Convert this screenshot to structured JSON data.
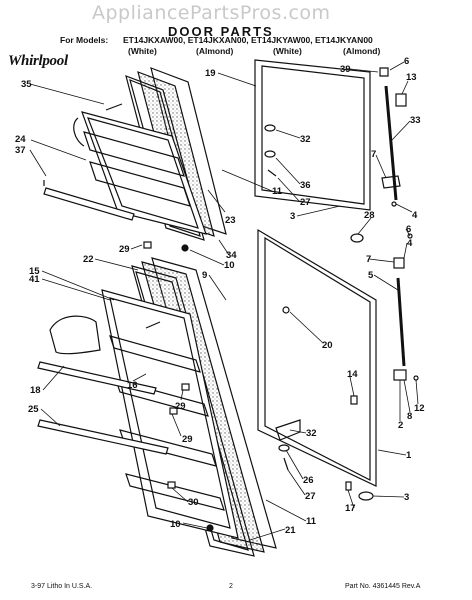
{
  "watermark": "AppliancePartsPros.com",
  "title": "DOOR PARTS",
  "models_label": "For Models:",
  "models": "ET14JKXAW00, ET14JKXAN00, ET14JKYAW00, ET14JKYAN00",
  "colors": [
    "(White)",
    "(Almond)",
    "(White)",
    "(Almond)"
  ],
  "logo": "Whirlpool",
  "callouts": [
    "35",
    "24",
    "37",
    "29",
    "22",
    "15",
    "41",
    "18",
    "25",
    "10",
    "16",
    "29",
    "29",
    "30",
    "19",
    "9",
    "34",
    "23",
    "10",
    "11",
    "32",
    "36",
    "27",
    "3",
    "39",
    "6",
    "13",
    "33",
    "7",
    "4",
    "28",
    "6",
    "4",
    "7",
    "5",
    "20",
    "14",
    "8",
    "12",
    "2",
    "32",
    "26",
    "27",
    "17",
    "1",
    "3",
    "11",
    "21"
  ],
  "footer": {
    "left": "3-97  Litho In U.S.A.",
    "page": "2",
    "right": "Part No. 4361445  Rev.A"
  }
}
